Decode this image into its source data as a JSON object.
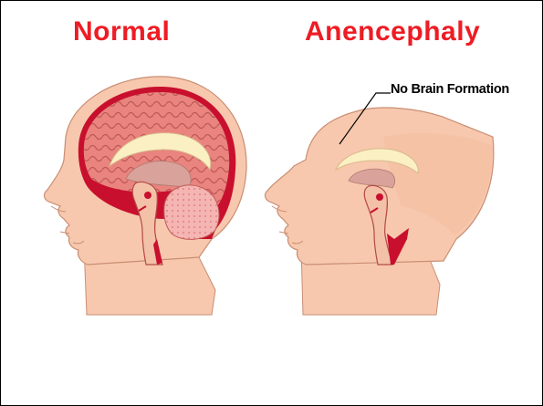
{
  "titles": {
    "normal": "Normal",
    "anencephaly": "Anencephaly"
  },
  "callout": {
    "label": "No Brain Formation"
  },
  "colors": {
    "title": "#ee1c24",
    "skin": "#f7c8ad",
    "skin_shadow": "#efb596",
    "brain": "#e9847f",
    "brain_dark": "#c8102e",
    "corpus": "#fbf0c4",
    "cerebellum": "#f3b3b1",
    "brainstem": "#f3c0a8"
  }
}
